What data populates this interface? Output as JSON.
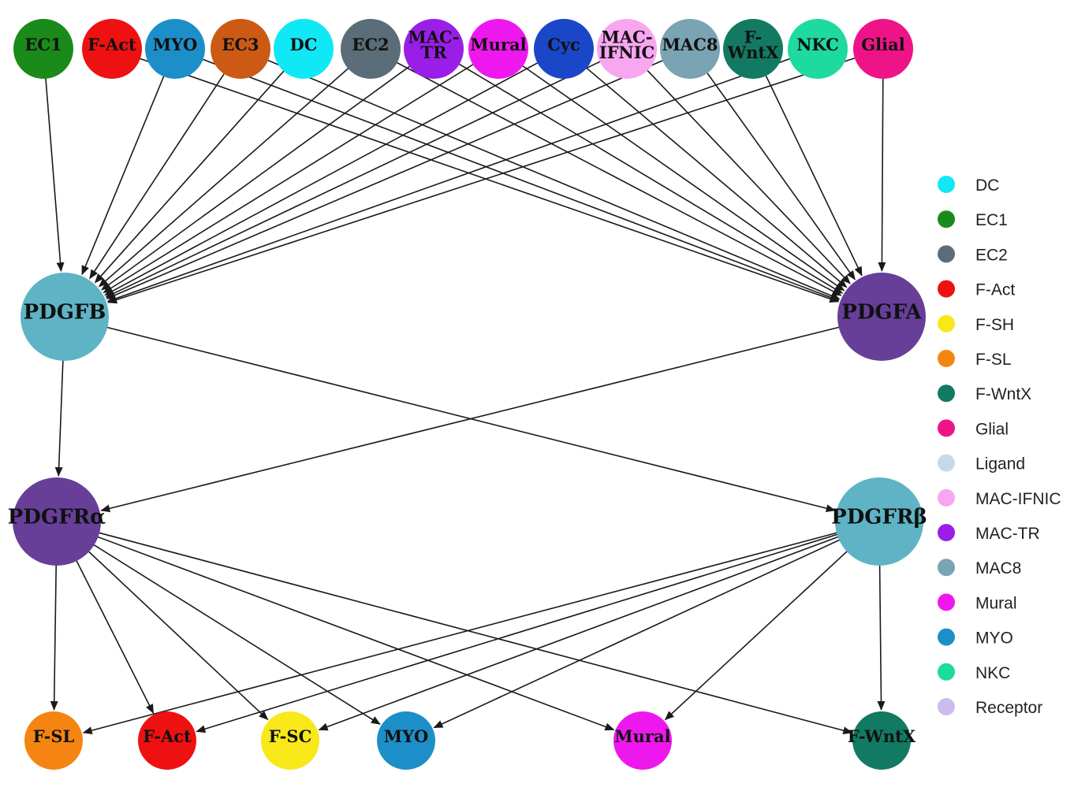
{
  "cell_nodes_top": [
    {
      "id": "EC1",
      "label": "EC1",
      "color": "#1a8a1a"
    },
    {
      "id": "F-Act-top",
      "label": "F-Act",
      "color": "#ee1111"
    },
    {
      "id": "MYO-top",
      "label": "MYO",
      "color": "#1c8fc9"
    },
    {
      "id": "EC3",
      "label": "EC3",
      "color": "#cc5a15"
    },
    {
      "id": "DC",
      "label": "DC",
      "color": "#11e8f5"
    },
    {
      "id": "EC2",
      "label": "EC2",
      "color": "#5a6d78"
    },
    {
      "id": "MAC-TR",
      "label": "MAC-\nTR",
      "color": "#9a1ee8"
    },
    {
      "id": "Mural-top",
      "label": "Mural",
      "color": "#ee18ee"
    },
    {
      "id": "Cyc",
      "label": "Cyc",
      "color": "#1a46c8"
    },
    {
      "id": "MAC-IFNIC",
      "label": "MAC-\nIFNIC",
      "color": "#f7a6ef"
    },
    {
      "id": "MAC8",
      "label": "MAC8",
      "color": "#7aa3b3"
    },
    {
      "id": "F-WntX-top",
      "label": "F-\nWntX",
      "color": "#127a62"
    },
    {
      "id": "NKC",
      "label": "NKC",
      "color": "#1ed9a0"
    },
    {
      "id": "Glial",
      "label": "Glial",
      "color": "#ee1488"
    }
  ],
  "ligands": [
    {
      "id": "PDGFB",
      "label": "PDGFB",
      "color": "#5eb4c5"
    },
    {
      "id": "PDGFA",
      "label": "PDGFA",
      "color": "#673f99"
    }
  ],
  "receptors": [
    {
      "id": "PDGFRa",
      "label": "PDGFRα",
      "color": "#673f99"
    },
    {
      "id": "PDGFRb",
      "label": "PDGFRβ",
      "color": "#5eb4c5"
    }
  ],
  "cell_nodes_bottom": [
    {
      "id": "F-SL",
      "label": "F-SL",
      "color": "#f58512"
    },
    {
      "id": "F-Act-bot",
      "label": "F-Act",
      "color": "#ee1111"
    },
    {
      "id": "F-SC",
      "label": "F-SC",
      "color": "#f8e81a"
    },
    {
      "id": "MYO-bot",
      "label": "MYO",
      "color": "#1c8fc9"
    },
    {
      "id": "Mural-bot",
      "label": "Mural",
      "color": "#ee18ee"
    },
    {
      "id": "F-WntX-bot",
      "label": "F-WntX",
      "color": "#127a62"
    }
  ],
  "edges": [
    {
      "from": "EC1",
      "to": "PDGFB"
    },
    {
      "from": "MYO-top",
      "to": "PDGFB"
    },
    {
      "from": "EC3",
      "to": "PDGFB"
    },
    {
      "from": "DC",
      "to": "PDGFB"
    },
    {
      "from": "EC2",
      "to": "PDGFB"
    },
    {
      "from": "MAC-TR",
      "to": "PDGFB"
    },
    {
      "from": "Mural-top",
      "to": "PDGFB"
    },
    {
      "from": "Cyc",
      "to": "PDGFB"
    },
    {
      "from": "MAC-IFNIC",
      "to": "PDGFB"
    },
    {
      "from": "MAC8",
      "to": "PDGFB"
    },
    {
      "from": "NKC",
      "to": "PDGFB"
    },
    {
      "from": "Glial",
      "to": "PDGFB"
    },
    {
      "from": "F-Act-top",
      "to": "PDGFA"
    },
    {
      "from": "MYO-top",
      "to": "PDGFA"
    },
    {
      "from": "EC3",
      "to": "PDGFA"
    },
    {
      "from": "EC2",
      "to": "PDGFA"
    },
    {
      "from": "MAC-TR",
      "to": "PDGFA"
    },
    {
      "from": "Mural-top",
      "to": "PDGFA"
    },
    {
      "from": "Cyc",
      "to": "PDGFA"
    },
    {
      "from": "MAC-IFNIC",
      "to": "PDGFA"
    },
    {
      "from": "MAC8",
      "to": "PDGFA"
    },
    {
      "from": "F-WntX-top",
      "to": "PDGFA"
    },
    {
      "from": "Glial",
      "to": "PDGFA"
    },
    {
      "from": "PDGFB",
      "to": "PDGFRa"
    },
    {
      "from": "PDGFB",
      "to": "PDGFRb"
    },
    {
      "from": "PDGFA",
      "to": "PDGFRa"
    },
    {
      "from": "PDGFRa",
      "to": "F-SL"
    },
    {
      "from": "PDGFRa",
      "to": "F-Act-bot"
    },
    {
      "from": "PDGFRa",
      "to": "F-SC"
    },
    {
      "from": "PDGFRa",
      "to": "MYO-bot"
    },
    {
      "from": "PDGFRa",
      "to": "Mural-bot"
    },
    {
      "from": "PDGFRa",
      "to": "F-WntX-bot"
    },
    {
      "from": "PDGFRb",
      "to": "F-SL"
    },
    {
      "from": "PDGFRb",
      "to": "F-Act-bot"
    },
    {
      "from": "PDGFRb",
      "to": "F-SC"
    },
    {
      "from": "PDGFRb",
      "to": "MYO-bot"
    },
    {
      "from": "PDGFRb",
      "to": "Mural-bot"
    },
    {
      "from": "PDGFRb",
      "to": "F-WntX-bot"
    }
  ],
  "legend": [
    {
      "label": "DC",
      "color": "#11e8f5"
    },
    {
      "label": "EC1",
      "color": "#1a8a1a"
    },
    {
      "label": "EC2",
      "color": "#5a6d78"
    },
    {
      "label": "F-Act",
      "color": "#ee1111"
    },
    {
      "label": "F-SH",
      "color": "#f8e81a"
    },
    {
      "label": "F-SL",
      "color": "#f58512"
    },
    {
      "label": "F-WntX",
      "color": "#127a62"
    },
    {
      "label": "Glial",
      "color": "#ee1488"
    },
    {
      "label": "Ligand",
      "color": "#c6d9e8"
    },
    {
      "label": "MAC-IFNIC",
      "color": "#f7a6ef"
    },
    {
      "label": "MAC-TR",
      "color": "#9a1ee8"
    },
    {
      "label": "MAC8",
      "color": "#7aa3b3"
    },
    {
      "label": "Mural",
      "color": "#ee18ee"
    },
    {
      "label": "MYO",
      "color": "#1c8fc9"
    },
    {
      "label": "NKC",
      "color": "#1ed9a0"
    },
    {
      "label": "Receptor",
      "color": "#cbbcec"
    }
  ]
}
